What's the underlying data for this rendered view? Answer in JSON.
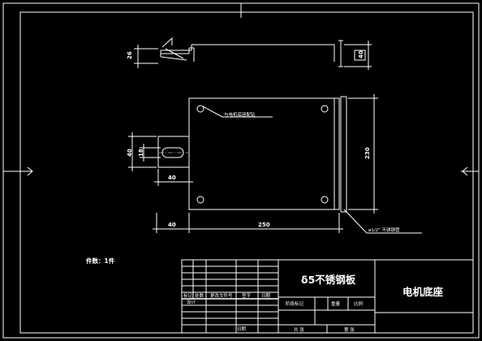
{
  "note": "件数：1件",
  "dimensions": {
    "top_left_vertical": "26",
    "top_right_vertical": "40",
    "right_height": "230",
    "left_outer": "40",
    "left_inner": "18",
    "slot_width": "40",
    "bottom_left": "40",
    "bottom_width": "250"
  },
  "callouts": {
    "holes": "与电机底座配钻",
    "tube": "ø1/2\" 不锈钢管"
  },
  "title_block": {
    "material": "δ5不锈钢板",
    "part_name": "电机底座",
    "header_cells": [
      "标记",
      "处数",
      "更改文件号",
      "签字",
      "日期"
    ],
    "row_design": "设计",
    "row_date": "日期",
    "stage_cells": [
      "阶段标记",
      "重量",
      "比例"
    ],
    "sheet_total": "共 张",
    "sheet_no": "第 张"
  }
}
